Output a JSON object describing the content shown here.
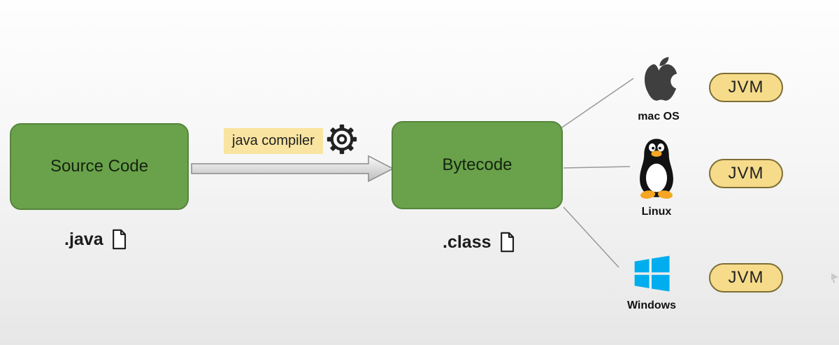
{
  "diagram": {
    "source_box_label": "Source Code",
    "bytecode_box_label": "Bytecode",
    "compiler_label": "java compiler",
    "source_file_ext": ".java",
    "bytecode_file_ext": ".class"
  },
  "platforms": [
    {
      "name": "mac OS",
      "jvm_label": "JVM",
      "icon": "apple-icon"
    },
    {
      "name": "Linux",
      "jvm_label": "JVM",
      "icon": "linux-tux-icon"
    },
    {
      "name": "Windows",
      "jvm_label": "JVM",
      "icon": "windows-icon"
    }
  ],
  "colors": {
    "box_green": "#69a24b",
    "box_border": "#55853c",
    "compiler_highlight": "#f9e4a1",
    "jvm_fill": "#f6dc8a",
    "jvm_border": "#7e6e35",
    "windows_blue": "#00adef",
    "connector_gray": "#999999"
  }
}
